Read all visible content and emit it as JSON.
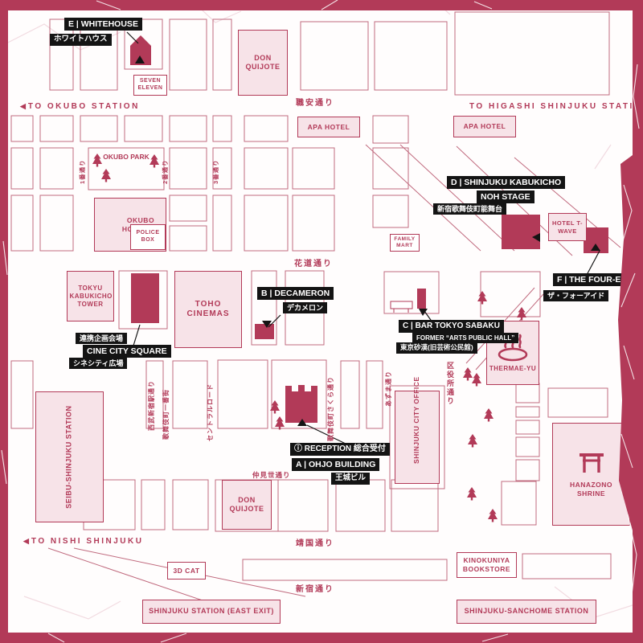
{
  "colors": {
    "crimson": "#b23a58",
    "pink_fill": "#f7e3e8",
    "label_black": "#141414"
  },
  "icons": {
    "arrow_left": "◀",
    "arrow_right": "▶"
  },
  "directions": {
    "to_okubo": "TO OKUBO STATION",
    "to_higashi": "TO HIGASHI SHINJUKU STATION",
    "to_nishi": "TO NISHI SHINJUKU"
  },
  "streets": {
    "shokuan": "職安通り",
    "hanamichi": "花道通り",
    "nakamise": "仲見世通り",
    "yasukuni": "靖国通り",
    "shinjuku": "新宿通り",
    "no1": "1番通り",
    "no2": "2番通り",
    "no3": "3番通り",
    "seibu_eki": "西武新宿駅通り",
    "ichibangai": "歌舞伎町一番街",
    "central": "セントラルロード",
    "sakura": "歌舞伎町さくら通り",
    "azuma": "あずま通り",
    "kuyakusho": "区役所通り"
  },
  "venues": {
    "a": {
      "reception": "ⓘ RECEPTION 総合受付",
      "label": "A | OHJO BUILDING",
      "jp": "王城ビル"
    },
    "b": {
      "label": "B | DECAMERON",
      "jp": "デカメロン"
    },
    "c": {
      "label": "C | BAR TOKYO SABAKU",
      "sub": "FORMER “ARTS PUBLIC HALL”",
      "jp": "東京砂漠(旧芸術公民館)"
    },
    "d": {
      "label": "D | SHINJUKU KABUKICHO",
      "label2": "NOH STAGE",
      "jp": "新宿歌舞伎町能舞台"
    },
    "e": {
      "label": "E | WHITEHOUSE",
      "jp": "ホワイトハウス"
    },
    "f": {
      "label": "F | THE FOUR-EYED",
      "jp": "ザ・フォーアイド"
    },
    "cine": {
      "tag": "連携企画会場",
      "label": "CINE CITY SQUARE",
      "jp": "シネシティ広場"
    }
  },
  "places": {
    "don_quijote": "DON QUIJOTE",
    "seven_eleven": "SEVEN ELEVEN",
    "apa_hotel": "APA HOTEL",
    "okubo_park": "OKUBO PARK",
    "okubo_hospital": "OKUBO HOSPITAL",
    "police_box": "POLICE BOX",
    "family_mart": "FAMILY MART",
    "tokyu_tower": "TOKYU KABUKICHO TOWER",
    "toho": "TOHO CINEMAS",
    "t_wave": "HOTEL T-WAVE",
    "thermae_yu": "THERMAE-YU",
    "city_office": "SHINJUKU CITY OFFICE",
    "hanazono": "HANAZONO SHRINE",
    "seibu_station": "SEIBU-SHINJUKU STATION",
    "cat_3d": "3D CAT",
    "kinokuniya": "KINOKUNIYA BOOKSTORE",
    "shinjuku_east": "SHINJUKU STATION (EAST EXIT)",
    "sanchome": "SHINJUKU-SANCHOME STATION"
  }
}
